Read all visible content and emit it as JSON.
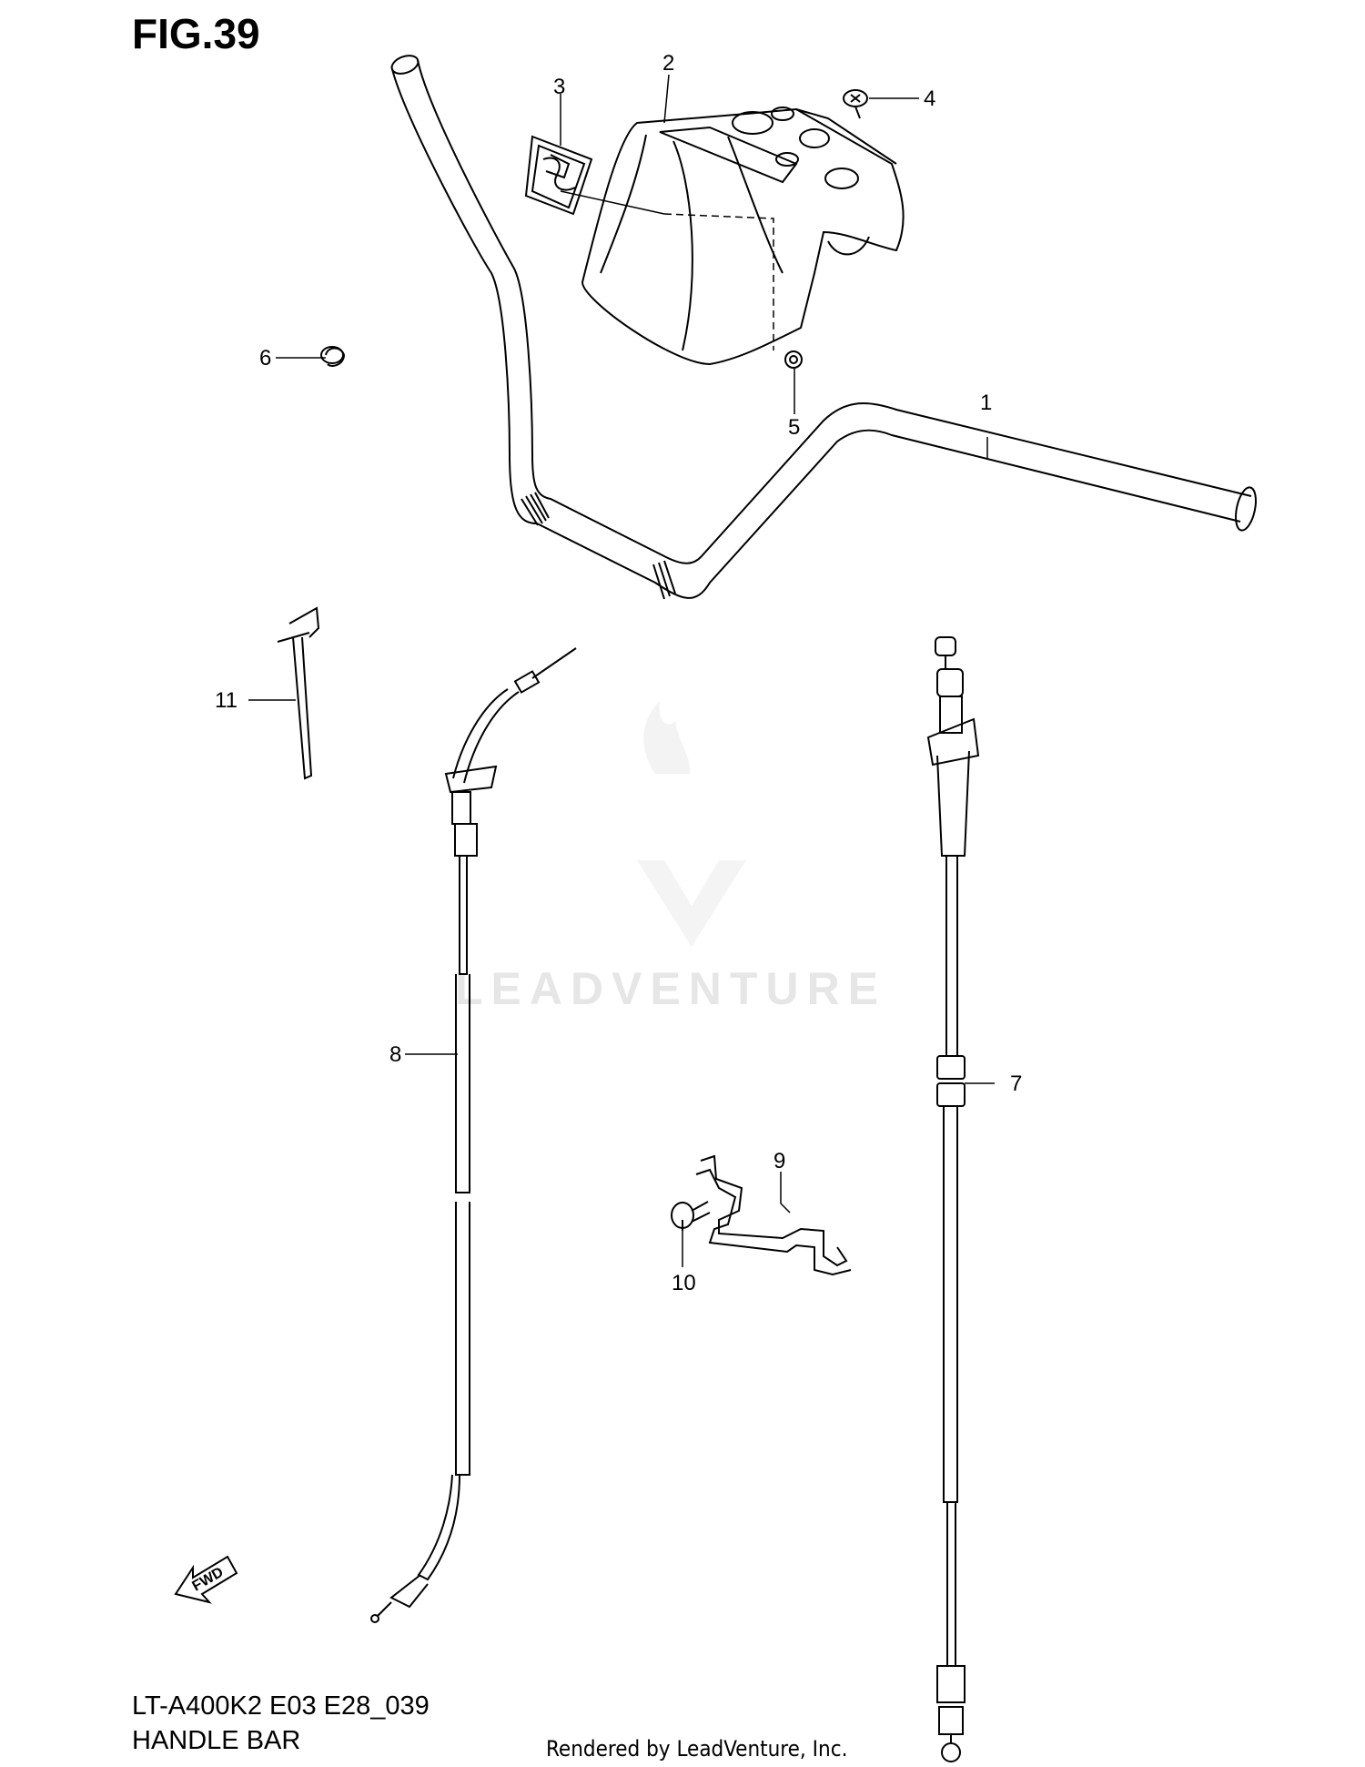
{
  "figure": {
    "title": "FIG.39"
  },
  "watermark": {
    "text": "LEADVENTURE"
  },
  "fwd_label": "FWD",
  "callouts": [
    {
      "id": "1",
      "label": "1"
    },
    {
      "id": "2",
      "label": "2"
    },
    {
      "id": "3",
      "label": "3"
    },
    {
      "id": "4",
      "label": "4"
    },
    {
      "id": "5",
      "label": "5"
    },
    {
      "id": "6",
      "label": "6"
    },
    {
      "id": "7",
      "label": "7"
    },
    {
      "id": "8",
      "label": "8"
    },
    {
      "id": "9",
      "label": "9"
    },
    {
      "id": "10",
      "label": "10"
    },
    {
      "id": "11",
      "label": "11"
    }
  ],
  "footer": {
    "model": "LT-A400K2 E03 E28_039",
    "name": "HANDLE BAR",
    "rendered_by": "Rendered by LeadVenture, Inc."
  }
}
